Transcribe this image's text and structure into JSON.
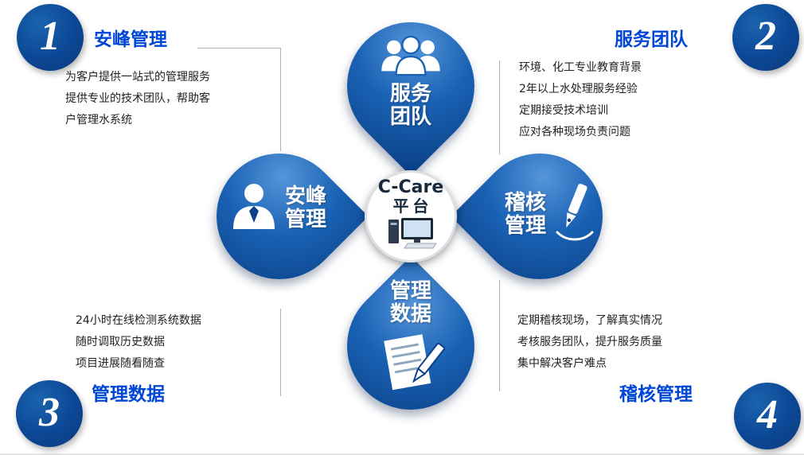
{
  "diagram": {
    "center": {
      "title": "C-Care",
      "subtitle": "平台"
    },
    "petals": {
      "top": {
        "line1": "服务",
        "line2": "团队"
      },
      "left": {
        "line1": "安峰",
        "line2": "管理"
      },
      "right": {
        "line1": "稽核",
        "line2": "管理"
      },
      "bottom": {
        "line1": "管理",
        "line2": "数据"
      }
    },
    "corners": {
      "top_left": {
        "number": "1",
        "heading": "安峰管理",
        "lines": [
          "为客户提供一站式的管理服务",
          "提供专业的技术团队，帮助客",
          "户管理水系统"
        ]
      },
      "top_right": {
        "number": "2",
        "heading": "服务团队",
        "lines": [
          "环境、化工专业教育背景",
          "2年以上水处理服务经验",
          "定期接受技术培训",
          "应对各种现场负责问题"
        ]
      },
      "bottom_left": {
        "number": "3",
        "heading": "管理数据",
        "lines": [
          "24小时在线检测系统数据",
          "随时调取历史数据",
          "项目进展随看随查"
        ]
      },
      "bottom_right": {
        "number": "4",
        "heading": "稽核管理",
        "lines": [
          "定期稽核现场，了解真实情况",
          "考核服务团队，提升服务质量",
          "集中解决客户难点"
        ]
      }
    },
    "icons": {
      "top": "team-icon",
      "left": "person-icon",
      "right": "pen-icon",
      "bottom": "document-pen-icon",
      "center": "computer-icon"
    },
    "colors": {
      "petal_blue": "#1a62b4",
      "petal_dark": "#0a3f85",
      "heading_blue": "#0047d6",
      "number_circle_blue": "#0c4795",
      "body_text": "#222222",
      "connector_gray": "#b3b3b3"
    }
  }
}
